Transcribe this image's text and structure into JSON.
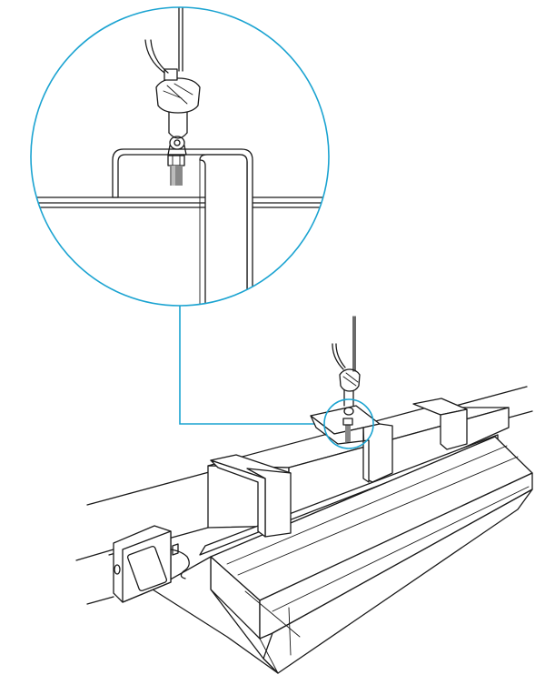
{
  "figure": {
    "kind": "installation-illustration",
    "callout_color": "#1aa3d1",
    "line_color": "#1a1a1a",
    "components": [
      "hanging-cable",
      "cable-gripper",
      "eye-bolt",
      "mounting-bracket",
      "ceiling-rail",
      "linear-high-bay-fixture",
      "driver-box"
    ]
  }
}
